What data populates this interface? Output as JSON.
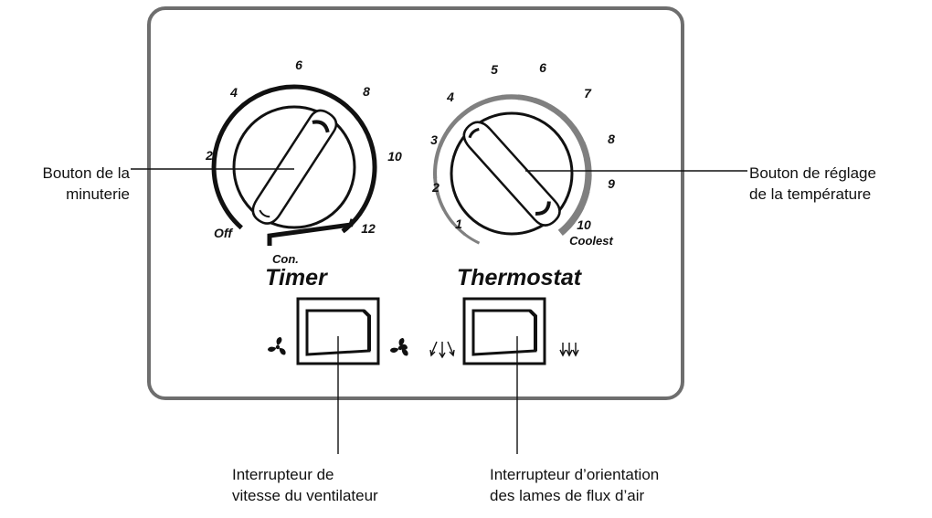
{
  "timer": {
    "title": "Timer",
    "labels": [
      "Off",
      "2",
      "4",
      "6",
      "8",
      "10",
      "12",
      "Con."
    ]
  },
  "thermostat": {
    "title": "Thermostat",
    "labels": [
      "1",
      "2",
      "3",
      "4",
      "5",
      "6",
      "7",
      "8",
      "9",
      "10",
      "Coolest"
    ]
  },
  "callouts": {
    "timer_knob": [
      "Bouton de la",
      "minuterie"
    ],
    "thermostat_knob": [
      "Bouton de réglage",
      "de la température"
    ],
    "fan_switch": [
      "Interrupteur de",
      "vitesse du ventilateur"
    ],
    "louver_switch": [
      "Interrupteur d’orientation",
      "des lames de flux d’air"
    ]
  },
  "icons": {
    "fan_low": "fan-icon",
    "fan_high": "fan-icon",
    "airflow_swing": "airflow-swing-icon",
    "airflow_down": "airflow-down-icon"
  },
  "colors": {
    "line": "#111111",
    "panel_border": "#6e6e6e",
    "thermo_arc": "#808080"
  }
}
